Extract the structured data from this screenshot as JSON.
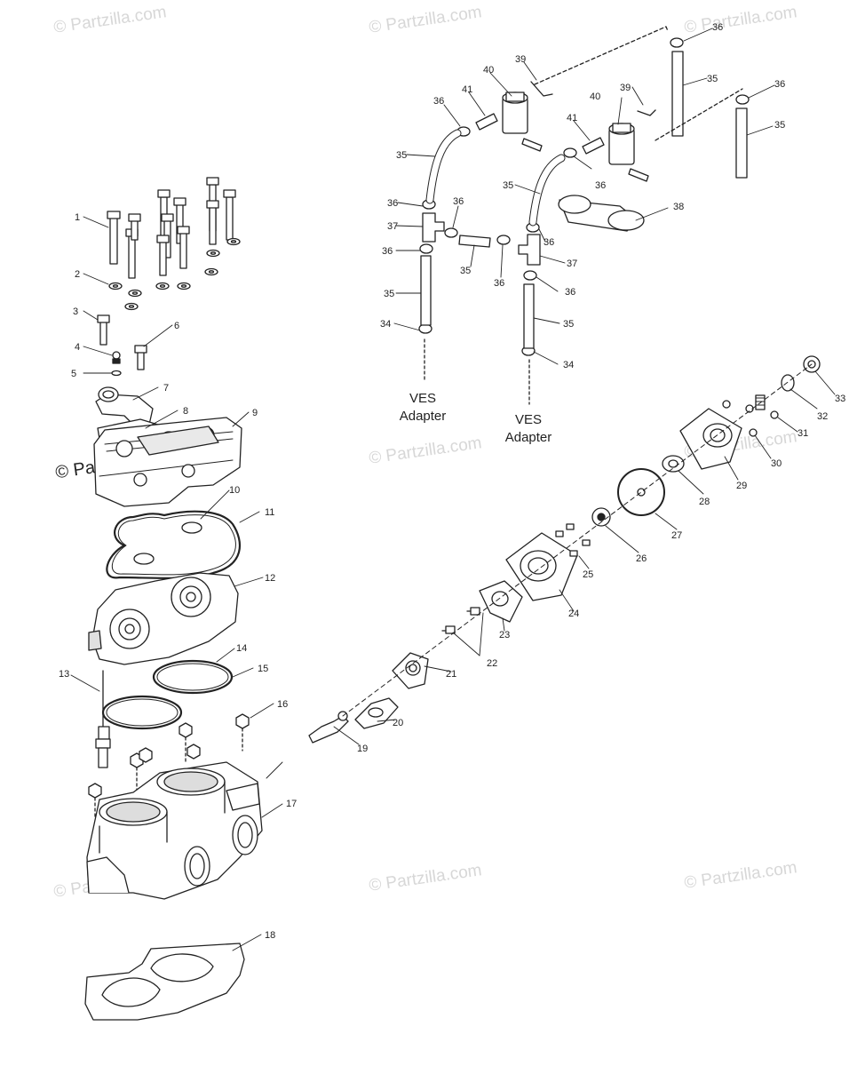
{
  "watermark": {
    "text": "© Partzilla.com"
  },
  "adapters": [
    {
      "line1": "VES",
      "line2": "Adapter"
    },
    {
      "line1": "VES",
      "line2": "Adapter"
    }
  ],
  "callouts": [
    "1",
    "2",
    "3",
    "4",
    "5",
    "6",
    "7",
    "8",
    "9",
    "10",
    "11",
    "12",
    "13",
    "14",
    "15",
    "16",
    "17",
    "18",
    "19",
    "20",
    "21",
    "22",
    "23",
    "24",
    "25",
    "26",
    "27",
    "28",
    "29",
    "30",
    "31",
    "32",
    "33",
    "34",
    "35",
    "36",
    "37",
    "38",
    "39",
    "40",
    "41"
  ]
}
